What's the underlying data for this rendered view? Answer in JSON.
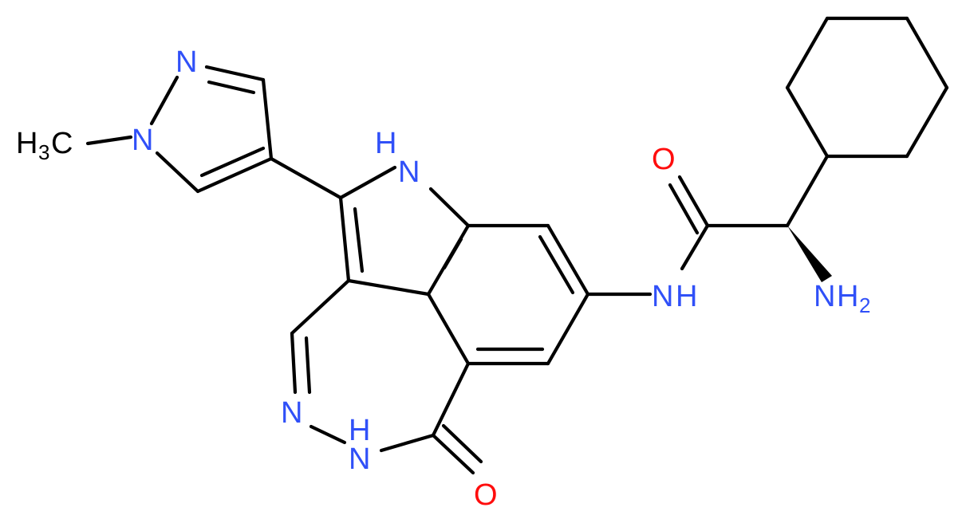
{
  "colors": {
    "bond": "#000000",
    "nitrogen": "#3050F8",
    "oxygen": "#FF0D0D",
    "carbon_label": "#000000",
    "background": "#ffffff"
  },
  "atoms": {
    "pyrazole_n2": "N",
    "pyrazole_n1": "N",
    "methyl_h": "H",
    "methyl_sub": "3",
    "methyl_c": "C",
    "indole_nh_n": "N",
    "indole_nh_h": "H",
    "amide_o": "O",
    "amide_nh_n": "N",
    "amide_nh_h": "H",
    "amine_n": "N",
    "amine_h": "H",
    "amine_sub": "2",
    "ring_n": "N",
    "lactam_nh_n": "N",
    "lactam_nh_h": "H",
    "lactam_o": "O"
  }
}
